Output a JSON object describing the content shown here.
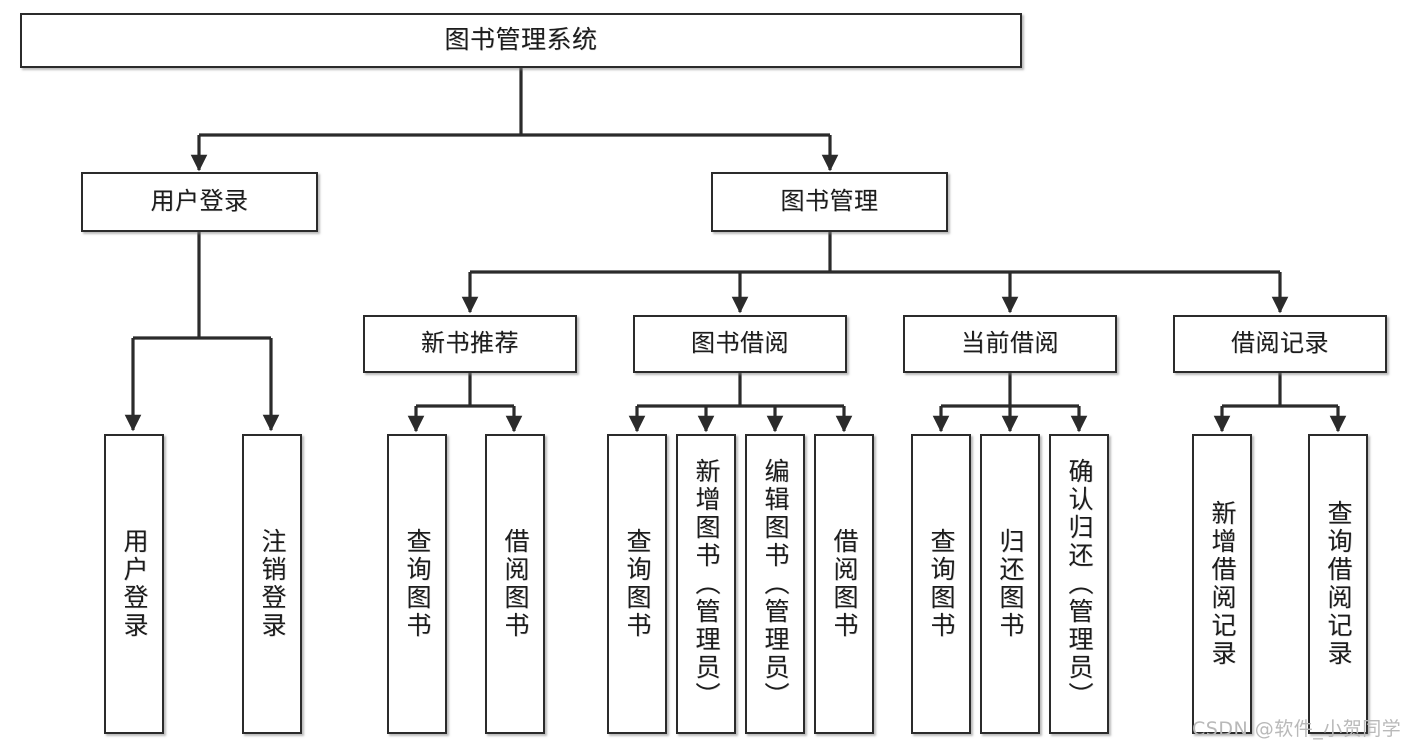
{
  "diagram": {
    "title": "图书管理系统",
    "type": "tree",
    "stroke_color": "#2b2b2b",
    "fill_color": "#ffffff",
    "text_color": "#1c1c1c",
    "watermark_color": "#b9b9b9"
  },
  "watermark": {
    "text": "CSDN @软件_小贺同学"
  },
  "nodes": {
    "root": {
      "label": "图书管理系统"
    },
    "level1": [
      {
        "label": "用户登录"
      },
      {
        "label": "图书管理"
      }
    ],
    "level2": [
      {
        "label": "新书推荐"
      },
      {
        "label": "图书借阅"
      },
      {
        "label": "当前借阅"
      },
      {
        "label": "借阅记录"
      }
    ],
    "leaves": {
      "user_login": [
        {
          "label": "用户登录"
        },
        {
          "label": "注销登录"
        }
      ],
      "new_book_recommend": [
        {
          "label": "查询图书"
        },
        {
          "label": "借阅图书"
        }
      ],
      "book_borrow": [
        {
          "label": "查询图书"
        },
        {
          "label": "新增图书（管理员）"
        },
        {
          "label": "编辑图书（管理员）"
        },
        {
          "label": "借阅图书"
        }
      ],
      "current_borrow": [
        {
          "label": "查询图书"
        },
        {
          "label": "归还图书"
        },
        {
          "label": "确认归还（管理员）"
        }
      ],
      "borrow_record": [
        {
          "label": "新增借阅记录"
        },
        {
          "label": "查询借阅记录"
        }
      ]
    }
  }
}
